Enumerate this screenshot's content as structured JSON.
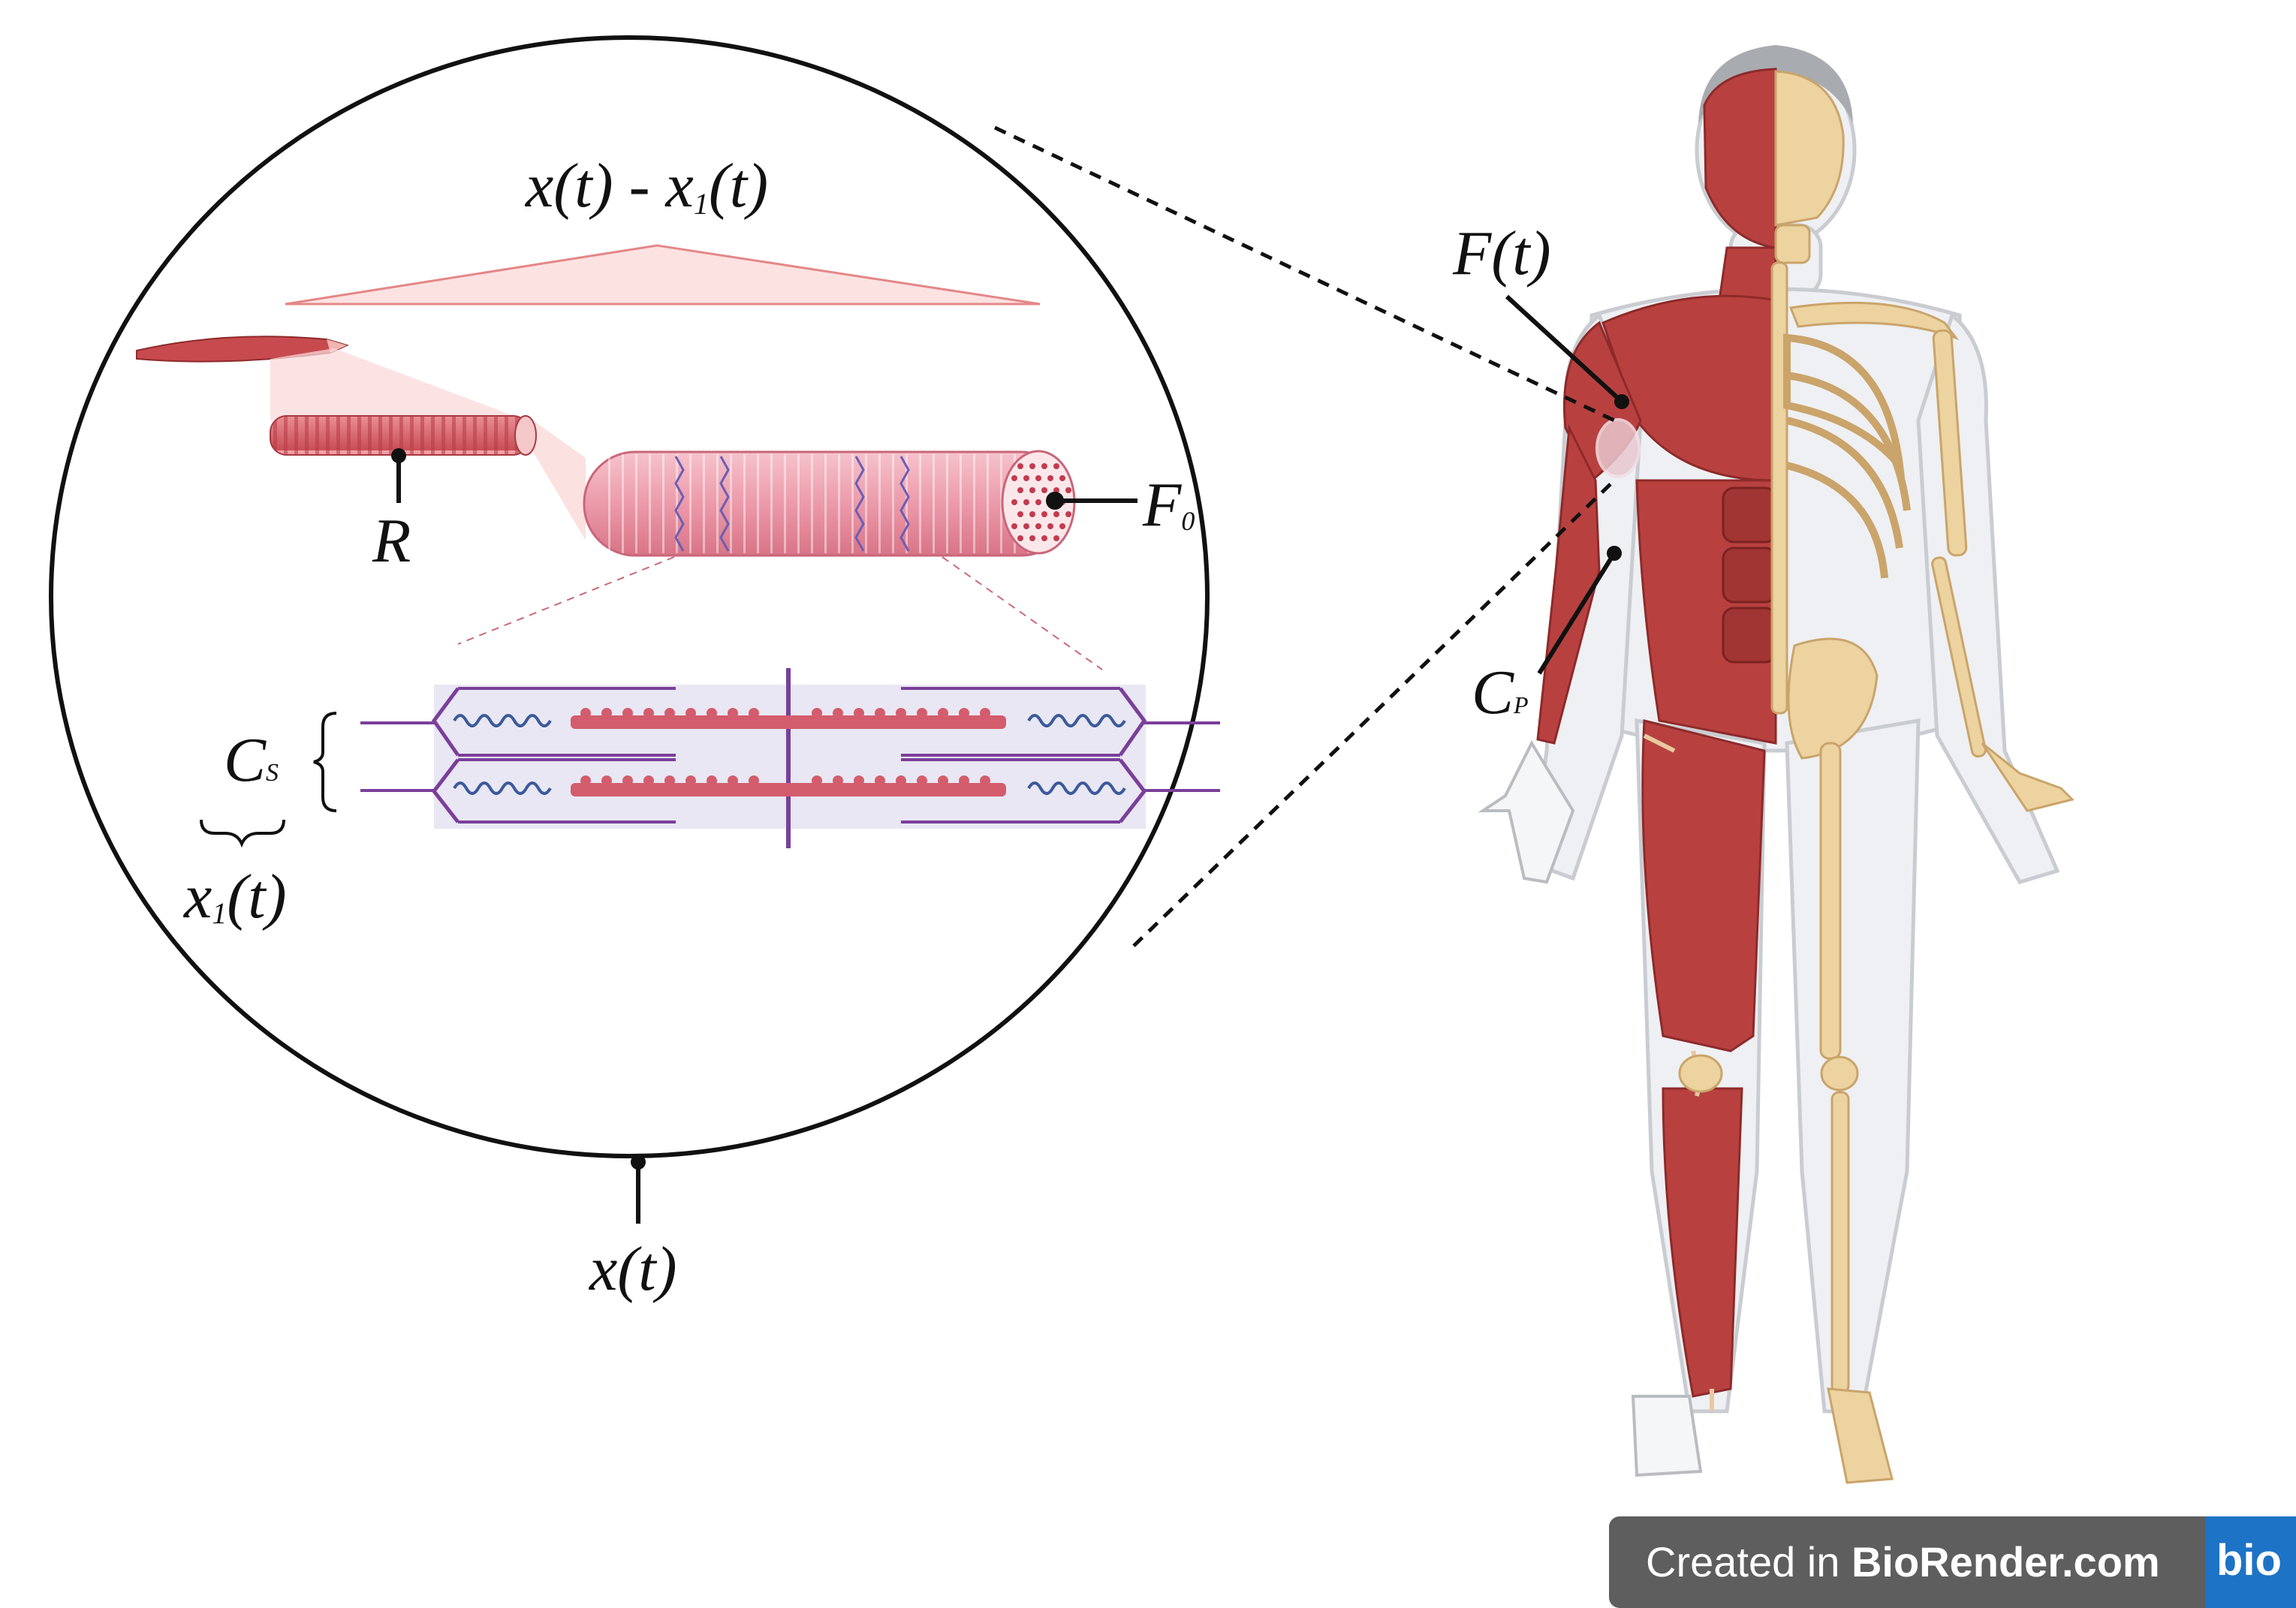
{
  "labels": {
    "x_minus_x1": {
      "main": "x(t) - x",
      "sub": "1",
      "tail": "(t)"
    },
    "R": "R",
    "F0": {
      "main": "F",
      "sub": "0"
    },
    "Cs": {
      "main": "C",
      "sub": "S"
    },
    "x1": {
      "main": "x",
      "sub": "1",
      "tail": "(t)"
    },
    "xt": "x(t)",
    "Ft": "F(t)",
    "Cp": {
      "main": "C",
      "sub": "P"
    }
  },
  "badge": {
    "prefix": "Created in ",
    "brand": "BioRender.com",
    "logo": "bio"
  },
  "colors": {
    "muscle": "#b8413f",
    "muscle_dark": "#8e2a2a",
    "muscle_light": "#e46c74",
    "fiber_pink": "#f0a9b5",
    "bone": "#ecd3a0",
    "bone_stroke": "#caa46a",
    "skin": "#eef0f3",
    "myosin": "#d35d6c",
    "actin_purple": "#7a3f9a",
    "titin_blue": "#3a5a9a",
    "badge_bg": "#5e5e5e",
    "badge_logo": "#1d73c5"
  }
}
